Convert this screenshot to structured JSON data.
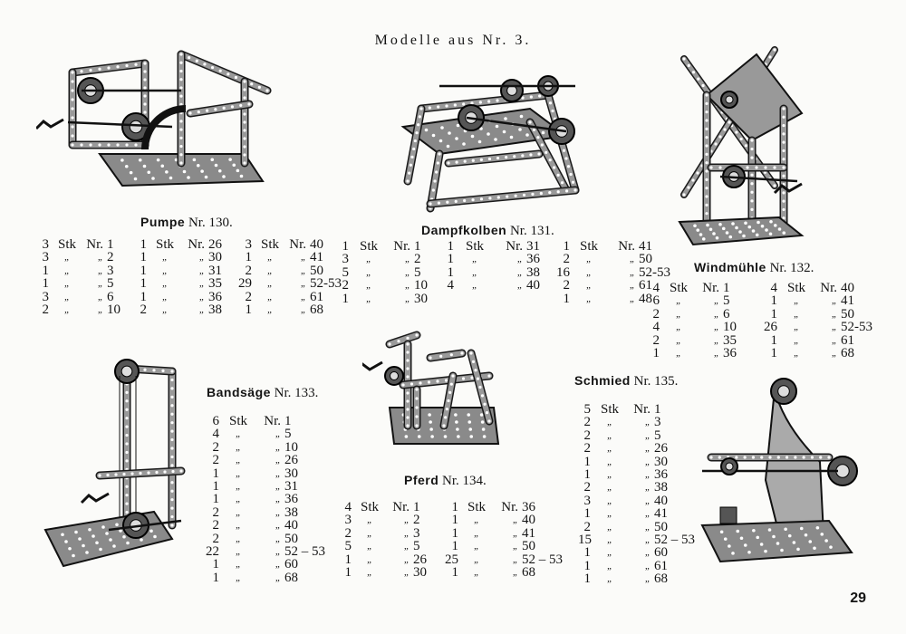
{
  "header": "Modelle aus Nr. 3.",
  "page_number": "29",
  "models": {
    "pumpe": {
      "name": "Pumpe",
      "nr": "Nr. 130.",
      "rows": [
        [
          "3",
          "Stk",
          "Nr.",
          "1",
          "1",
          "Stk",
          "Nr.",
          "26",
          "3",
          "Stk",
          "Nr.",
          "40"
        ],
        [
          "3",
          "„",
          "„",
          "2",
          "1",
          "„",
          "„",
          "30",
          "1",
          "„",
          "„",
          "41"
        ],
        [
          "1",
          "„",
          "„",
          "3",
          "1",
          "„",
          "„",
          "31",
          "2",
          "„",
          "„",
          "50"
        ],
        [
          "1",
          "„",
          "„",
          "5",
          "1",
          "„",
          "„",
          "35",
          "29",
          "„",
          "„",
          "52-53"
        ],
        [
          "3",
          "„",
          "„",
          "6",
          "1",
          "„",
          "„",
          "36",
          "2",
          "„",
          "„",
          "61"
        ],
        [
          "2",
          "„",
          "„",
          "10",
          "2",
          "„",
          "„",
          "38",
          "1",
          "„",
          "„",
          "68"
        ]
      ]
    },
    "dampfkolben": {
      "name": "Dampfkolben",
      "nr": "Nr. 131.",
      "rows": [
        [
          "1",
          "Stk",
          "Nr.",
          "1",
          "1",
          "Stk",
          "Nr.",
          "31",
          "1",
          "Stk",
          "Nr.",
          "41"
        ],
        [
          "3",
          "„",
          "„",
          "2",
          "1",
          "„",
          "„",
          "36",
          "2",
          "„",
          "„",
          "50"
        ],
        [
          "5",
          "„",
          "„",
          "5",
          "1",
          "„",
          "„",
          "38",
          "16",
          "„",
          "„",
          "52-53"
        ],
        [
          "2",
          "„",
          "„",
          "10",
          "4",
          "„",
          "„",
          "40",
          "2",
          "„",
          "„",
          "61"
        ],
        [
          "1",
          "„",
          "„",
          "30",
          "",
          "",
          "",
          "",
          "1",
          "„",
          "„",
          "48"
        ]
      ]
    },
    "windmuehle": {
      "name": "Windmühle",
      "nr": "Nr. 132.",
      "rows": [
        [
          "4",
          "Stk",
          "Nr.",
          "1",
          "4",
          "Stk",
          "Nr.",
          "40"
        ],
        [
          "6",
          "„",
          "„",
          "5",
          "1",
          "„",
          "„",
          "41"
        ],
        [
          "2",
          "„",
          "„",
          "6",
          "1",
          "„",
          "„",
          "50"
        ],
        [
          "4",
          "„",
          "„",
          "10",
          "26",
          "„",
          "„",
          "52-53"
        ],
        [
          "2",
          "„",
          "„",
          "35",
          "1",
          "„",
          "„",
          "61"
        ],
        [
          "1",
          "„",
          "„",
          "36",
          "1",
          "„",
          "„",
          "68"
        ]
      ]
    },
    "bandsaege": {
      "name": "Bandsäge",
      "nr": "Nr. 133.",
      "rows": [
        [
          "6",
          "Stk",
          "Nr.",
          "1"
        ],
        [
          "4",
          "„",
          "„",
          "5"
        ],
        [
          "2",
          "„",
          "„",
          "10"
        ],
        [
          "2",
          "„",
          "„",
          "26"
        ],
        [
          "1",
          "„",
          "„",
          "30"
        ],
        [
          "1",
          "„",
          "„",
          "31"
        ],
        [
          "1",
          "„",
          "„",
          "36"
        ],
        [
          "2",
          "„",
          "„",
          "38"
        ],
        [
          "2",
          "„",
          "„",
          "40"
        ],
        [
          "2",
          "„",
          "„",
          "50"
        ],
        [
          "22",
          "„",
          "„",
          "52 – 53"
        ],
        [
          "1",
          "„",
          "„",
          "60"
        ],
        [
          "1",
          "„",
          "„",
          "68"
        ]
      ]
    },
    "pferd": {
      "name": "Pferd",
      "nr": "Nr. 134.",
      "rows": [
        [
          "4",
          "Stk",
          "Nr.",
          "1",
          "1",
          "Stk",
          "Nr.",
          "36"
        ],
        [
          "3",
          "„",
          "„",
          "2",
          "1",
          "„",
          "„",
          "40"
        ],
        [
          "2",
          "„",
          "„",
          "3",
          "1",
          "„",
          "„",
          "41"
        ],
        [
          "5",
          "„",
          "„",
          "5",
          "1",
          "„",
          "„",
          "50"
        ],
        [
          "1",
          "„",
          "„",
          "26",
          "25",
          "„",
          "„",
          "52 – 53"
        ],
        [
          "1",
          "„",
          "„",
          "30",
          "1",
          "„",
          "„",
          "68"
        ]
      ]
    },
    "schmied": {
      "name": "Schmied",
      "nr": "Nr. 135.",
      "rows": [
        [
          "5",
          "Stk",
          "Nr.",
          "1"
        ],
        [
          "2",
          "„",
          "„",
          "3"
        ],
        [
          "2",
          "„",
          "„",
          "5"
        ],
        [
          "2",
          "„",
          "„",
          "26"
        ],
        [
          "1",
          "„",
          "„",
          "30"
        ],
        [
          "1",
          "„",
          "„",
          "36"
        ],
        [
          "2",
          "„",
          "„",
          "38"
        ],
        [
          "3",
          "„",
          "„",
          "40"
        ],
        [
          "1",
          "„",
          "„",
          "41"
        ],
        [
          "2",
          "„",
          "„",
          "50"
        ],
        [
          "15",
          "„",
          "„",
          "52 – 53"
        ],
        [
          "1",
          "„",
          "„",
          "60"
        ],
        [
          "1",
          "„",
          "„",
          "61"
        ],
        [
          "1",
          "„",
          "„",
          "68"
        ]
      ]
    }
  }
}
